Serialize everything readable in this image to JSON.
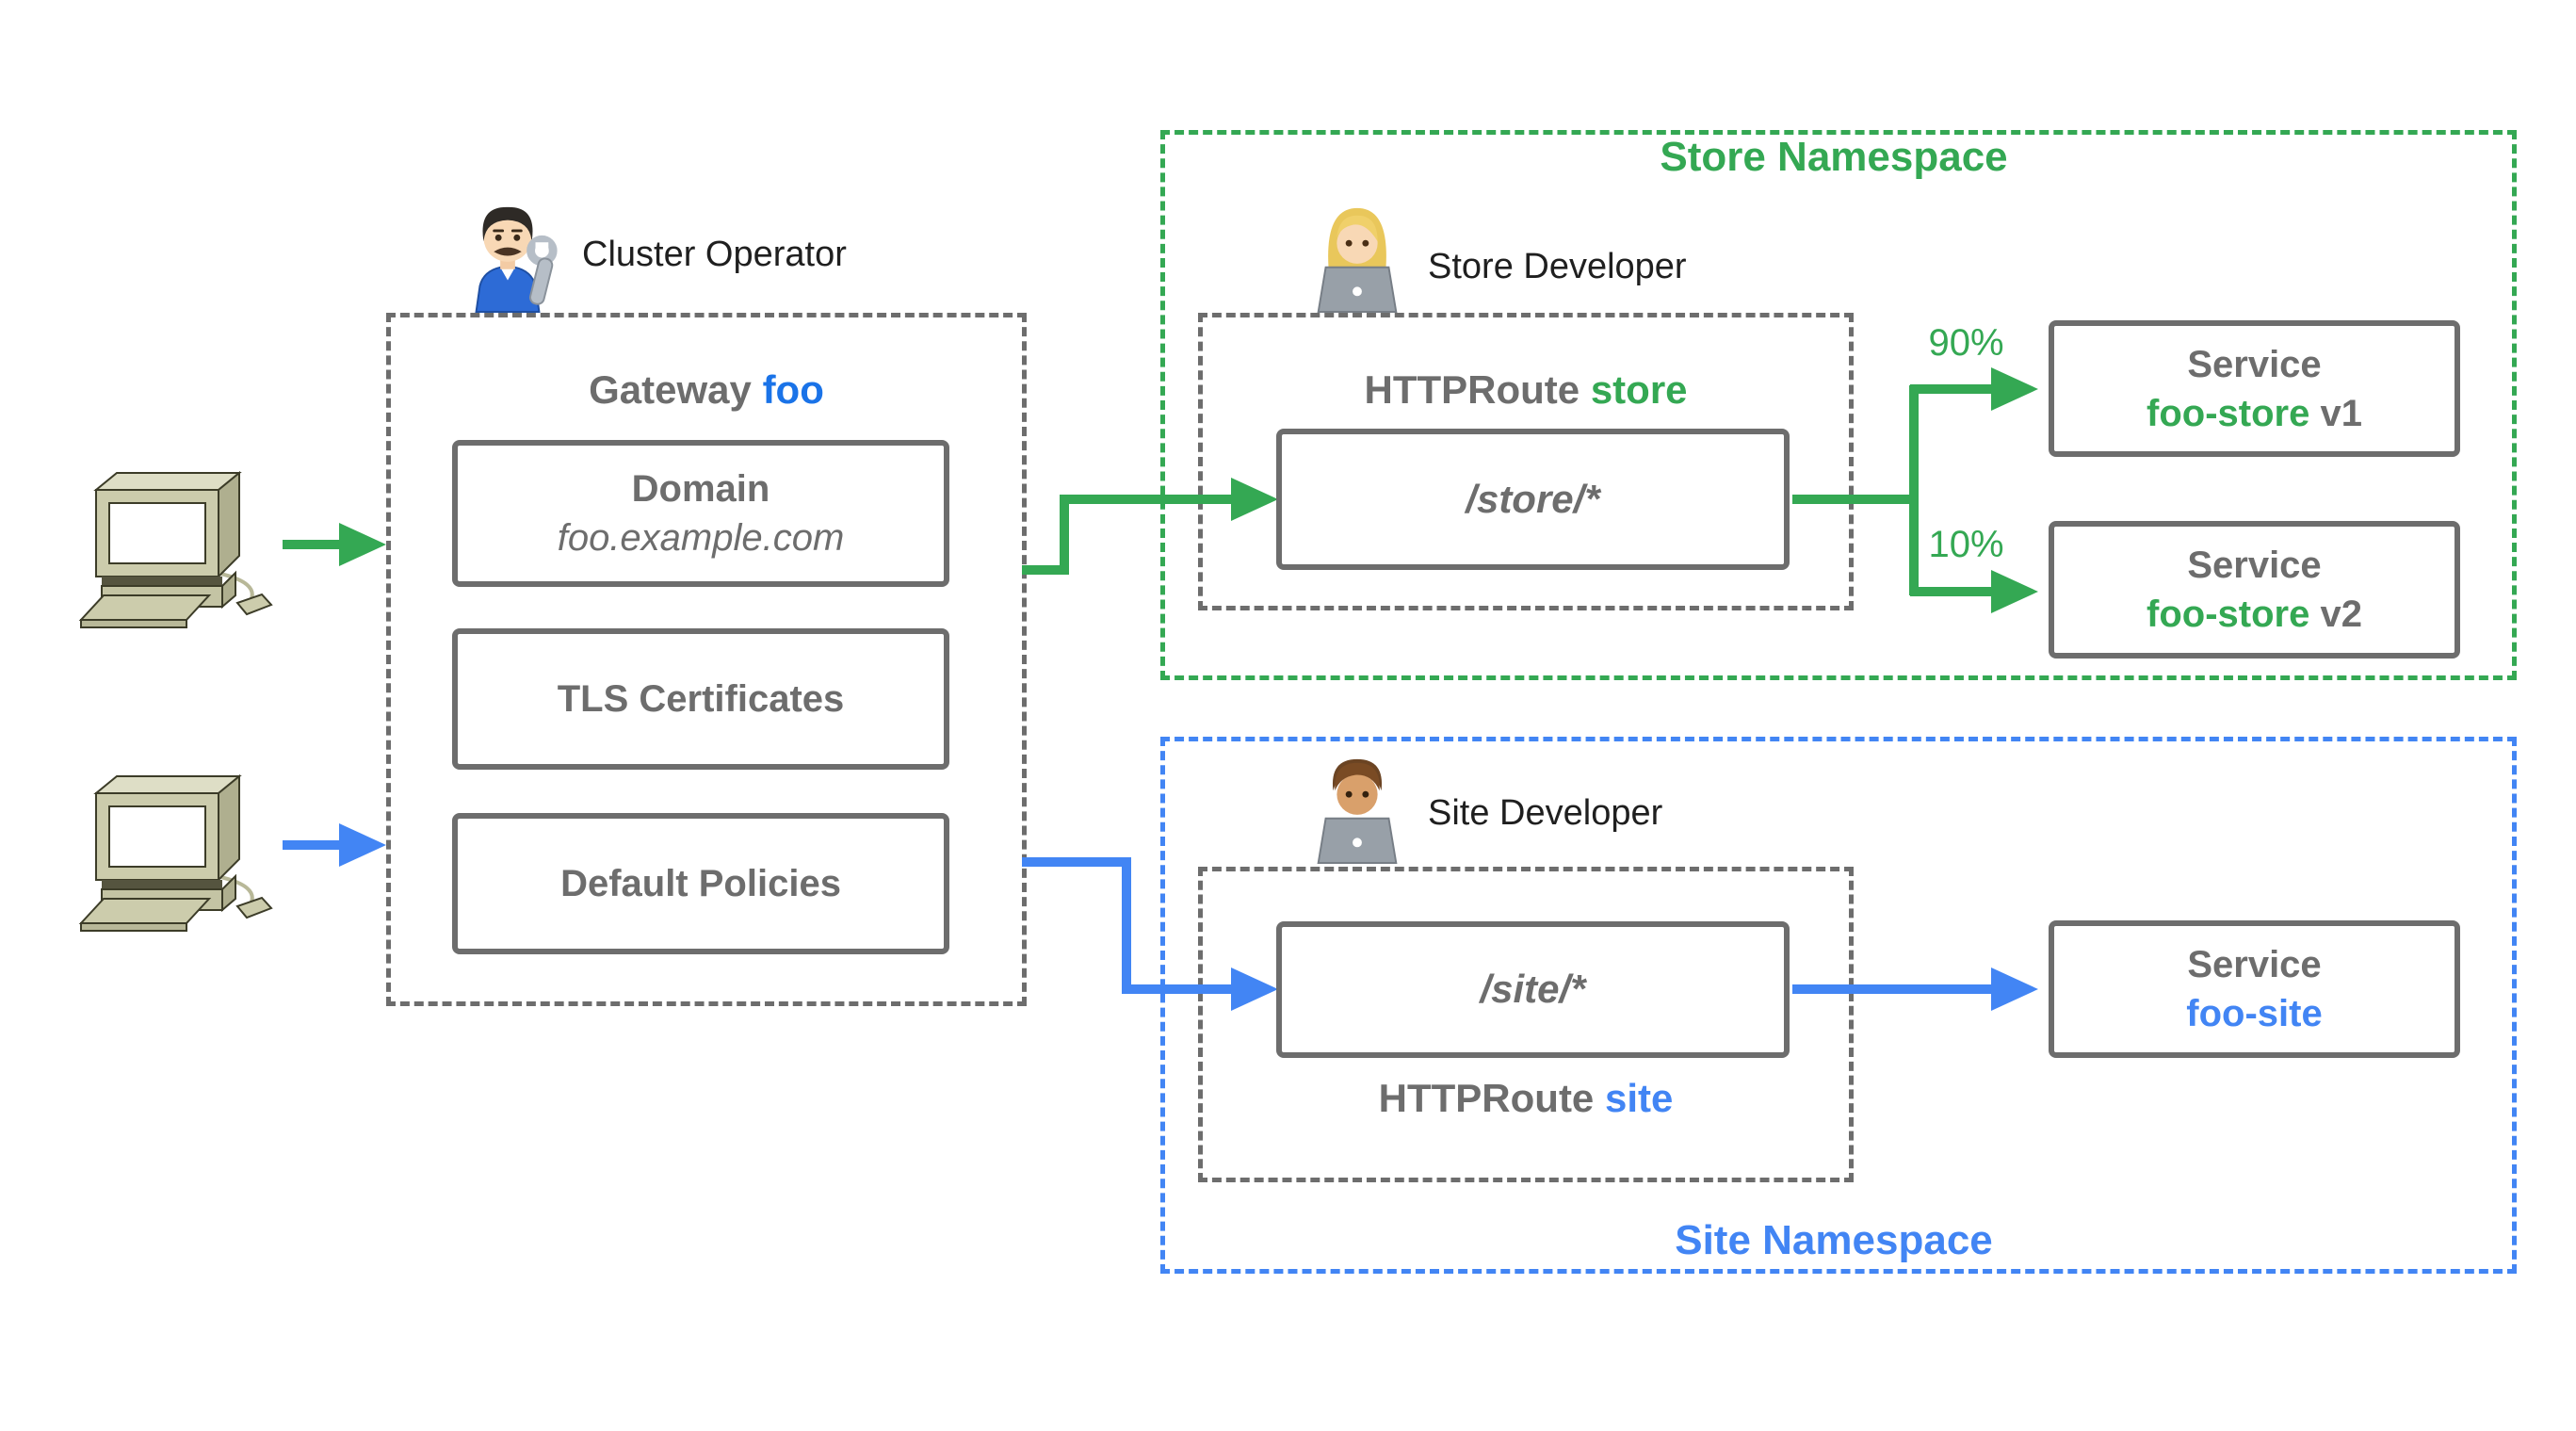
{
  "colors": {
    "green": "#34A853",
    "blue": "#4285F4",
    "gateway_name_blue": "#1A73E8",
    "box_gray": "#6d6d6d"
  },
  "cluster_operator": {
    "label": "Cluster Operator",
    "icon": "man-mechanic-emoji"
  },
  "gateway": {
    "title_prefix": "Gateway",
    "title_name": "foo",
    "domain_box": {
      "title": "Domain",
      "value": "foo.example.com"
    },
    "tls_box": {
      "title": "TLS Certificates"
    },
    "policies_box": {
      "title": "Default Policies"
    }
  },
  "store_namespace": {
    "title": "Store Namespace",
    "developer_label": "Store Developer",
    "developer_icon": "woman-technologist-emoji",
    "httproute_prefix": "HTTPRoute",
    "httproute_name": "store",
    "path": "/store/*",
    "split": [
      {
        "weight": "90%",
        "service_word": "Service",
        "service_name": "foo-store",
        "service_version": "v1"
      },
      {
        "weight": "10%",
        "service_word": "Service",
        "service_name": "foo-store",
        "service_version": "v2"
      }
    ]
  },
  "site_namespace": {
    "title": "Site Namespace",
    "developer_label": "Site Developer",
    "developer_icon": "man-technologist-emoji",
    "httproute_prefix": "HTTPRoute",
    "httproute_name": "site",
    "path": "/site/*",
    "service": {
      "service_word": "Service",
      "service_name": "foo-site"
    }
  },
  "clients": [
    {
      "icon": "desktop-computer-clipart",
      "flow": "store-traffic"
    },
    {
      "icon": "desktop-computer-clipart",
      "flow": "site-traffic"
    }
  ]
}
